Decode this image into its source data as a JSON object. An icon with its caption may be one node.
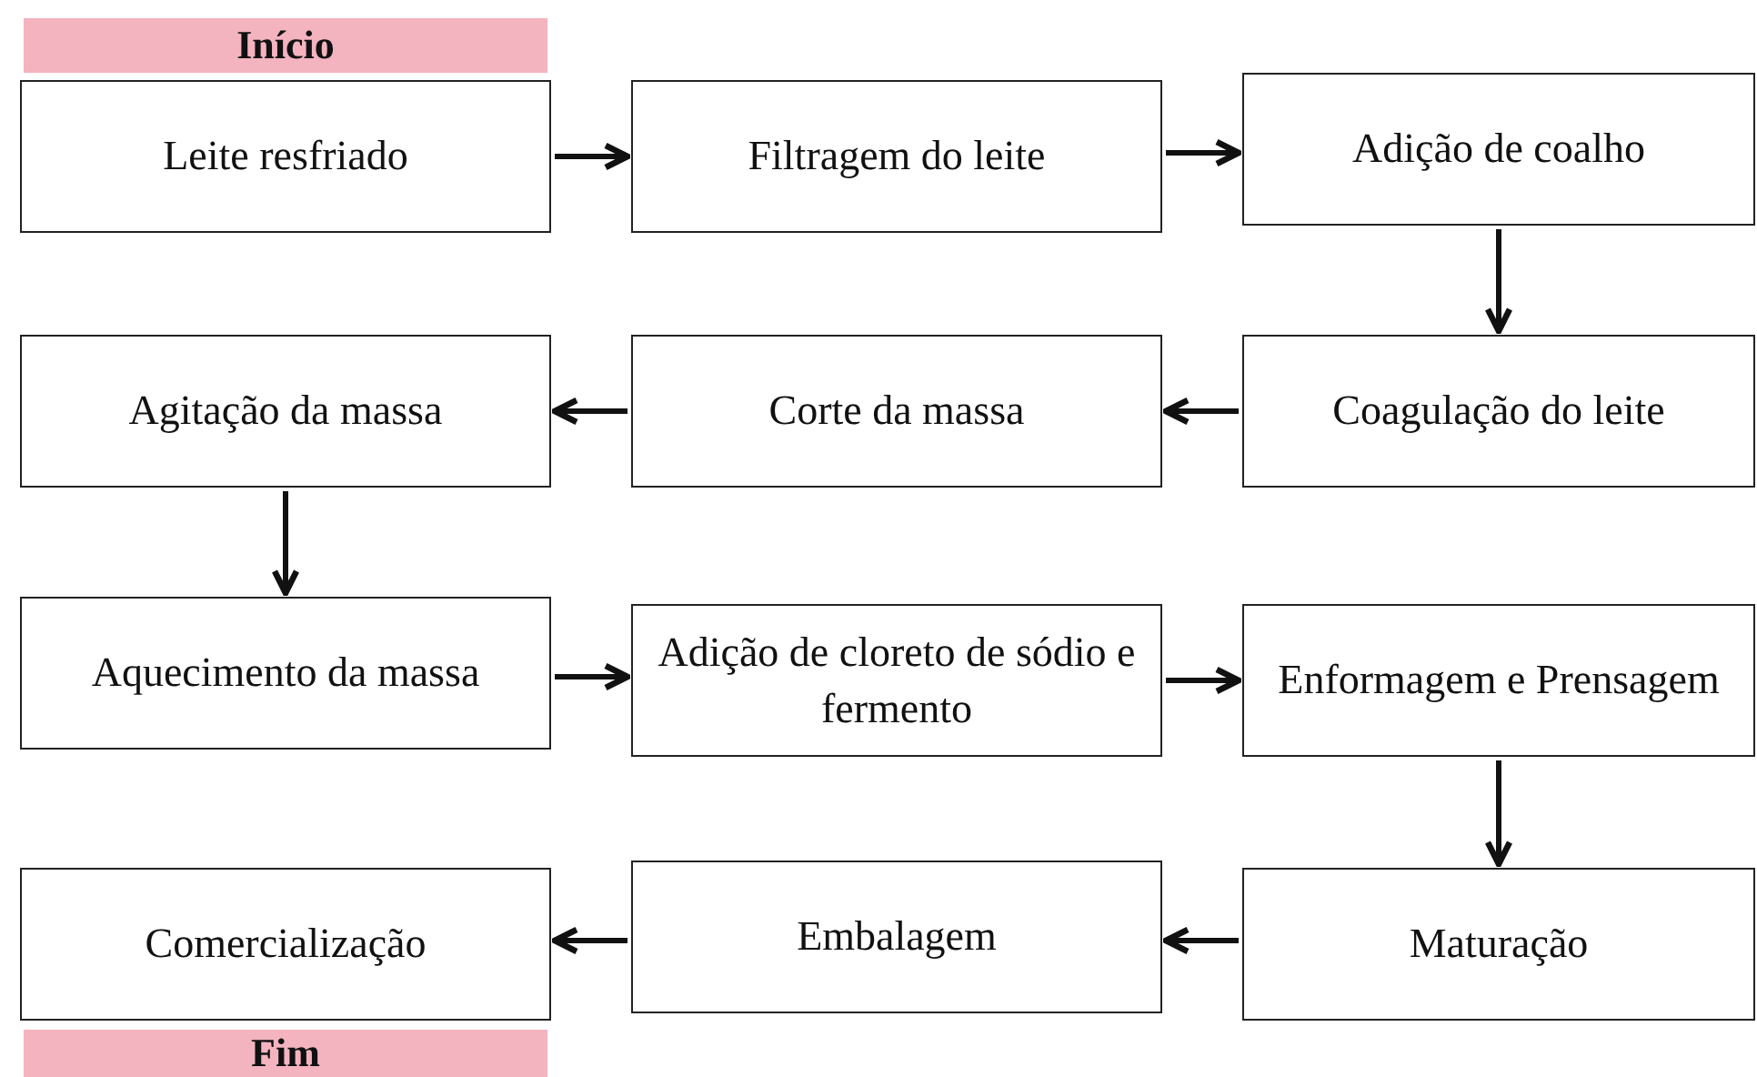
{
  "diagram": {
    "nodes": [
      {
        "text": [
          "Início"
        ]
      },
      {
        "text": [
          "Leite resfriado"
        ]
      },
      {
        "text": [
          "Filtragem do leite"
        ]
      },
      {
        "text": [
          "Adição de coalho"
        ]
      },
      {
        "text": [
          "Agitação da massa"
        ]
      },
      {
        "text": [
          "Corte da massa"
        ]
      },
      {
        "text": [
          "Coagulação do leite"
        ]
      },
      {
        "text": [
          "Aquecimento da massa"
        ]
      },
      {
        "text": [
          "Adição de cloreto de sódio e fermento"
        ]
      },
      {
        "text": [
          "Enformagem e Prensagem"
        ]
      },
      {
        "text": [
          "Comercialização"
        ]
      },
      {
        "text": [
          "Embalagem"
        ]
      },
      {
        "text": [
          "Maturação"
        ]
      },
      {
        "text": [
          "Fim"
        ]
      }
    ],
    "edges": [
      {
        "from": 1,
        "to": 2,
        "arrow": "to"
      },
      {
        "from": 2,
        "to": 3,
        "arrow": "to"
      },
      {
        "from": 3,
        "to": 6,
        "arrow": "to"
      },
      {
        "from": 6,
        "to": 5,
        "arrow": "to"
      },
      {
        "from": 5,
        "to": 4,
        "arrow": "to"
      },
      {
        "from": 4,
        "to": 7,
        "arrow": "to"
      },
      {
        "from": 7,
        "to": 8,
        "arrow": "to"
      },
      {
        "from": 8,
        "to": 9,
        "arrow": "to"
      },
      {
        "from": 9,
        "to": 12,
        "arrow": "to"
      },
      {
        "from": 12,
        "to": 11,
        "arrow": "to"
      },
      {
        "from": 11,
        "to": 10,
        "arrow": "to"
      }
    ]
  }
}
